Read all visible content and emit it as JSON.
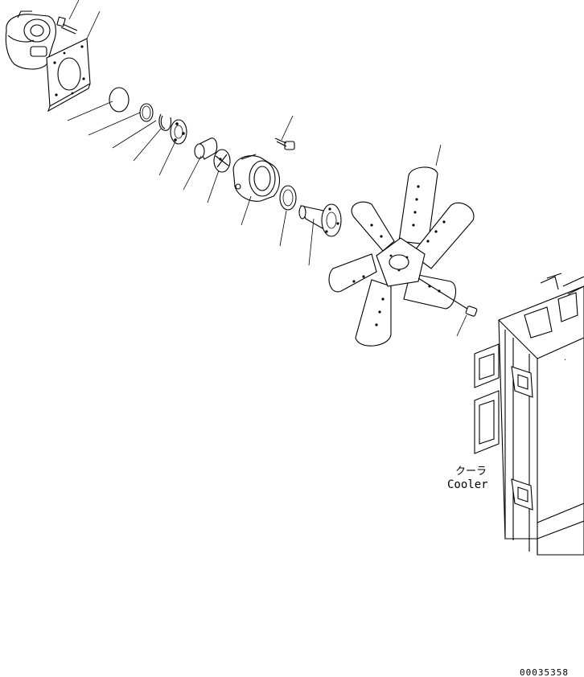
{
  "labels": {
    "cooler_jp": "クーラ",
    "cooler_en": "Cooler",
    "drawing_number": "00035358"
  },
  "colors": {
    "line": "#000000",
    "background": "#ffffff"
  }
}
